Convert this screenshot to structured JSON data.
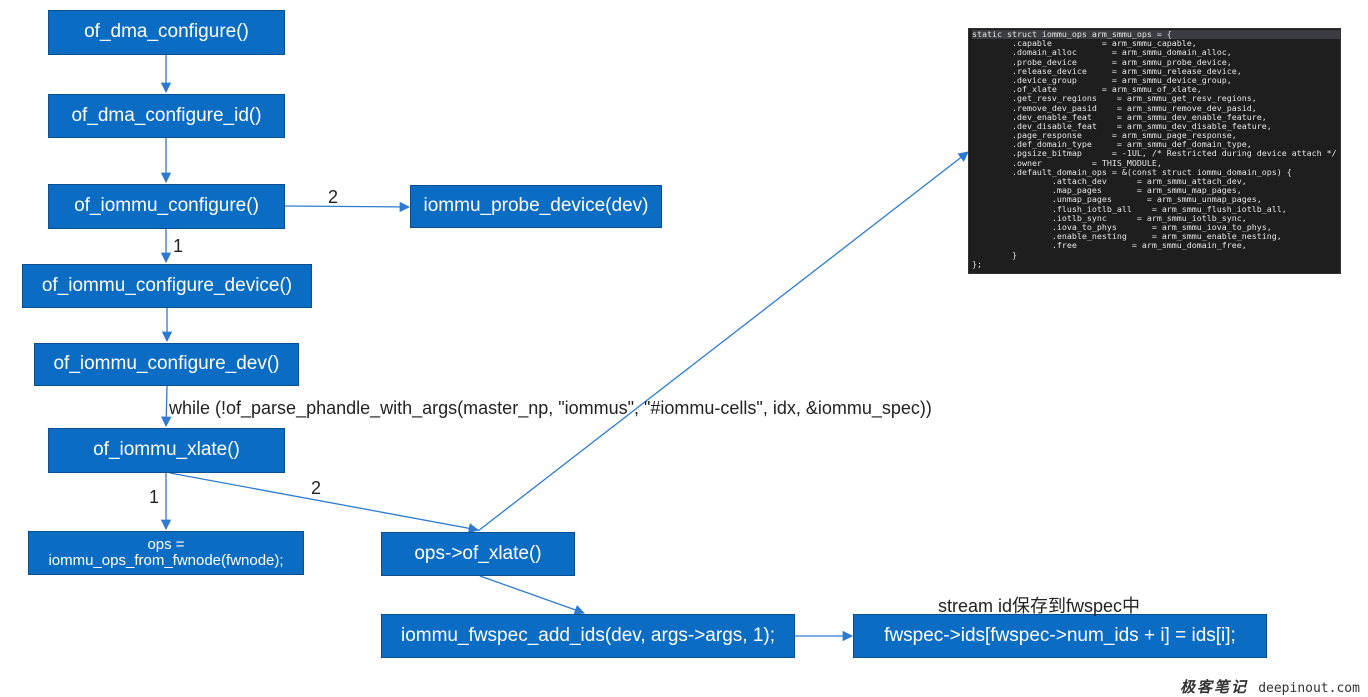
{
  "boxes": {
    "of_dma_configure": "of_dma_configure()",
    "of_dma_configure_id": "of_dma_configure_id()",
    "of_iommu_configure": "of_iommu_configure()",
    "iommu_probe_device": "iommu_probe_device(dev)",
    "of_iommu_configure_device": "of_iommu_configure_device()",
    "of_iommu_configure_dev": "of_iommu_configure_dev()",
    "of_iommu_xlate": "of_iommu_xlate()",
    "ops_from_fwnode_line1": "ops =",
    "ops_from_fwnode_line2": "iommu_ops_from_fwnode(fwnode);",
    "ops_of_xlate": "ops->of_xlate()",
    "iommu_fwspec_add_ids": "iommu_fwspec_add_ids(dev, args->args, 1);",
    "fwspec_ids": "fwspec->ids[fwspec->num_ids + i] = ids[i];"
  },
  "labels": {
    "configure_to_probe": "2",
    "configure_to_device": "1",
    "while_loop": "while (!of_parse_phandle_with_args(master_np, \"iommus\", \"#iommu-cells\", idx, &iommu_spec))",
    "xlate_to_ops": "1",
    "xlate_to_of_xlate": "2",
    "stream_id_note": "stream id保存到fwspec中"
  },
  "code": {
    "lines": [
      "static struct iommu_ops arm_smmu_ops = {",
      "        .capable          = arm_smmu_capable,",
      "        .domain_alloc       = arm_smmu_domain_alloc,",
      "        .probe_device       = arm_smmu_probe_device,",
      "        .release_device     = arm_smmu_release_device,",
      "        .device_group       = arm_smmu_device_group,",
      "        .of_xlate         = arm_smmu_of_xlate,",
      "        .get_resv_regions    = arm_smmu_get_resv_regions,",
      "        .remove_dev_pasid    = arm_smmu_remove_dev_pasid,",
      "        .dev_enable_feat     = arm_smmu_dev_enable_feature,",
      "        .dev_disable_feat    = arm_smmu_dev_disable_feature,",
      "        .page_response      = arm_smmu_page_response,",
      "        .def_domain_type     = arm_smmu_def_domain_type,",
      "        .pgsize_bitmap      = -1UL, /* Restricted during device attach */",
      "        .owner          = THIS_MODULE,",
      "        .default_domain_ops = &(const struct iommu_domain_ops) {",
      "                .attach_dev      = arm_smmu_attach_dev,",
      "                .map_pages       = arm_smmu_map_pages,",
      "                .unmap_pages       = arm_smmu_unmap_pages,",
      "                .flush_iotlb_all    = arm_smmu_flush_iotlb_all,",
      "                .iotlb_sync      = arm_smmu_iotlb_sync,",
      "                .iova_to_phys       = arm_smmu_iova_to_phys,",
      "                .enable_nesting     = arm_smmu_enable_nesting,",
      "                .free           = arm_smmu_domain_free,",
      "        }",
      "};"
    ]
  },
  "watermark": {
    "cn": "极客笔记",
    "url": "deepinout.com"
  },
  "colors": {
    "box_fill": "#0b6cc4",
    "arrow": "#2c7bd0",
    "code_bg": "#1e1e1e"
  }
}
